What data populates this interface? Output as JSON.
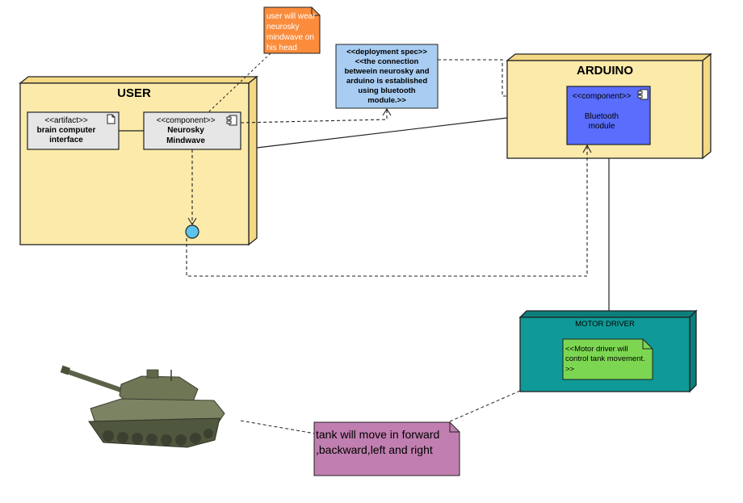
{
  "diagram": {
    "user_node": {
      "title": "USER"
    },
    "artifact": {
      "stereotype": "<<artifact>>",
      "name_line1": "brain computer",
      "name_line2": "interface"
    },
    "neurosky": {
      "stereotype": "<<component>>",
      "name_line1": "Neurosky",
      "name_line2": "Mindwave"
    },
    "note_user_head": {
      "line1": "user will wear",
      "line2": "neurosky",
      "line3": "mindwave on",
      "line4": "his head",
      "color": "#fb8c3c"
    },
    "deployment_spec": {
      "line1": "<<deployment spec>>",
      "line2": "<<the connection",
      "line3": "betweein neurosky and",
      "line4": "arduino is established",
      "line5": "using bluetooth",
      "line6": "module.>>",
      "color": "#a9cdf2"
    },
    "arduino_node": {
      "title": "ARDUINO"
    },
    "bluetooth": {
      "stereotype": "<<component>>",
      "name_line1": "Bluetooth",
      "name_line2": "module",
      "color": "#5a6dfd"
    },
    "motor_driver": {
      "title": "MOTOR DRIVER",
      "color": "#0f9a97"
    },
    "motor_note": {
      "line1": "<<Motor driver will",
      "line2": "control tank movement.",
      "line3": ">>",
      "color": "#7cd651"
    },
    "tank_note": {
      "line1": "tank will move in forward",
      "line2": ",backward,left and right",
      "color": "#c07fb0"
    },
    "colors": {
      "node_fill": "#fbeaa9",
      "node_side": "#f3d985",
      "component_fill": "#e6e6e6",
      "interface_fill": "#5bc3ec"
    }
  }
}
